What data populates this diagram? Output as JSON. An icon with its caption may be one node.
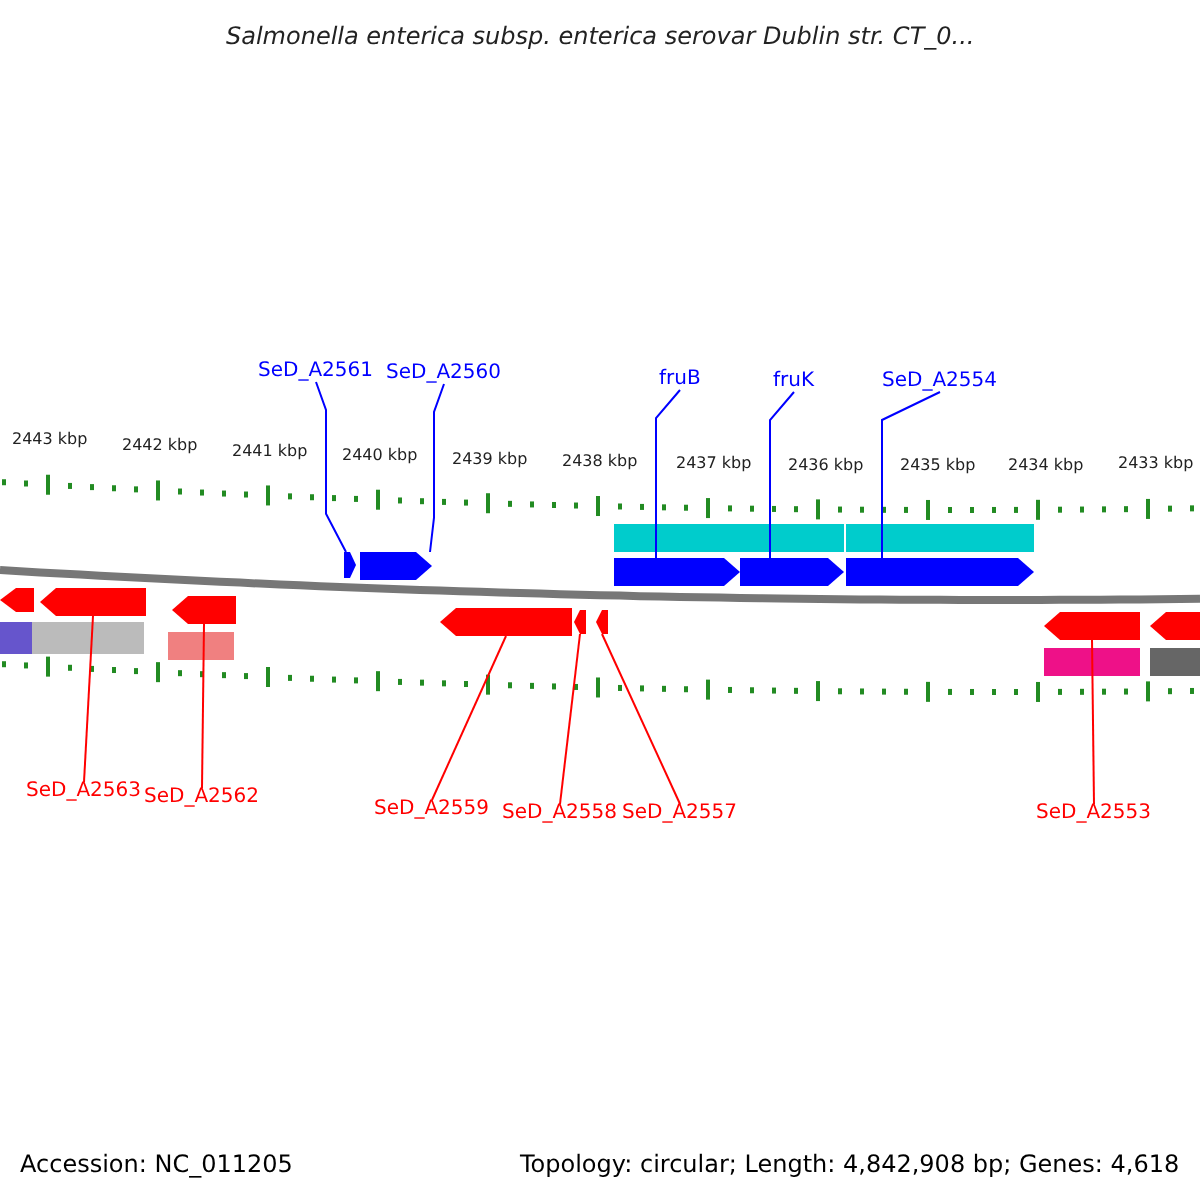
{
  "diagram": {
    "title": "Salmonella enterica subsp. enterica serovar Dublin str. CT_0...",
    "nodes": [
      {
        "text": [
          "SeD_A2561"
        ]
      },
      {
        "text": [
          "SeD_A2560"
        ]
      },
      {
        "text": [
          "fruB"
        ]
      },
      {
        "text": [
          "fruK"
        ]
      },
      {
        "text": [
          "SeD_A2554"
        ]
      },
      {
        "text": [
          "SeD_A2563"
        ]
      },
      {
        "text": [
          "SeD_A2562"
        ]
      },
      {
        "text": [
          "SeD_A2559"
        ]
      },
      {
        "text": [
          "SeD_A2558"
        ]
      },
      {
        "text": [
          "SeD_A2557"
        ]
      },
      {
        "text": [
          "SeD_A2553"
        ]
      },
      {
        "text": [],
        "shape": "bar"
      },
      {
        "text": [],
        "shape": "bar"
      },
      {
        "text": [],
        "shape": "bar"
      },
      {
        "text": [],
        "shape": "bar"
      },
      {
        "text": [],
        "shape": "bar"
      },
      {
        "text": [],
        "shape": "bar"
      },
      {
        "text": [],
        "shape": "bar"
      },
      {
        "text": [],
        "shape": "bar"
      },
      {
        "text": [],
        "shape": "bar"
      },
      {
        "text": [],
        "shape": "bar"
      },
      {
        "text": [],
        "shape": "bar"
      }
    ],
    "edges": [
      {
        "from": 0,
        "to": 11,
        "arrow": "none",
        "color": "#0000ff"
      },
      {
        "from": 1,
        "to": 12,
        "arrow": "none",
        "color": "#0000ff"
      },
      {
        "from": 2,
        "to": 13,
        "arrow": "none",
        "color": "#0000ff"
      },
      {
        "from": 3,
        "to": 14,
        "arrow": "none",
        "color": "#0000ff"
      },
      {
        "from": 4,
        "to": 15,
        "arrow": "none",
        "color": "#0000ff"
      },
      {
        "from": 5,
        "to": 16,
        "arrow": "none",
        "color": "#ff0000"
      },
      {
        "from": 6,
        "to": 17,
        "arrow": "none",
        "color": "#ff0000"
      },
      {
        "from": 7,
        "to": 18,
        "arrow": "none",
        "color": "#ff0000"
      },
      {
        "from": 8,
        "to": 19,
        "arrow": "none",
        "color": "#ff0000"
      },
      {
        "from": 9,
        "to": 20,
        "arrow": "none",
        "color": "#ff0000"
      },
      {
        "from": 10,
        "to": 21,
        "arrow": "none",
        "color": "#ff0000"
      }
    ],
    "labels": [
      "2443 kbp",
      "2442 kbp",
      "2441 kbp",
      "2440 kbp",
      "2439 kbp",
      "2438 kbp",
      "2437 kbp",
      "2436 kbp",
      "2435 kbp",
      "2434 kbp",
      "2433 kbp",
      "Accession: NC_011205",
      "Topology: circular; Length: 4,842,908 bp; Genes: 4,618"
    ]
  }
}
